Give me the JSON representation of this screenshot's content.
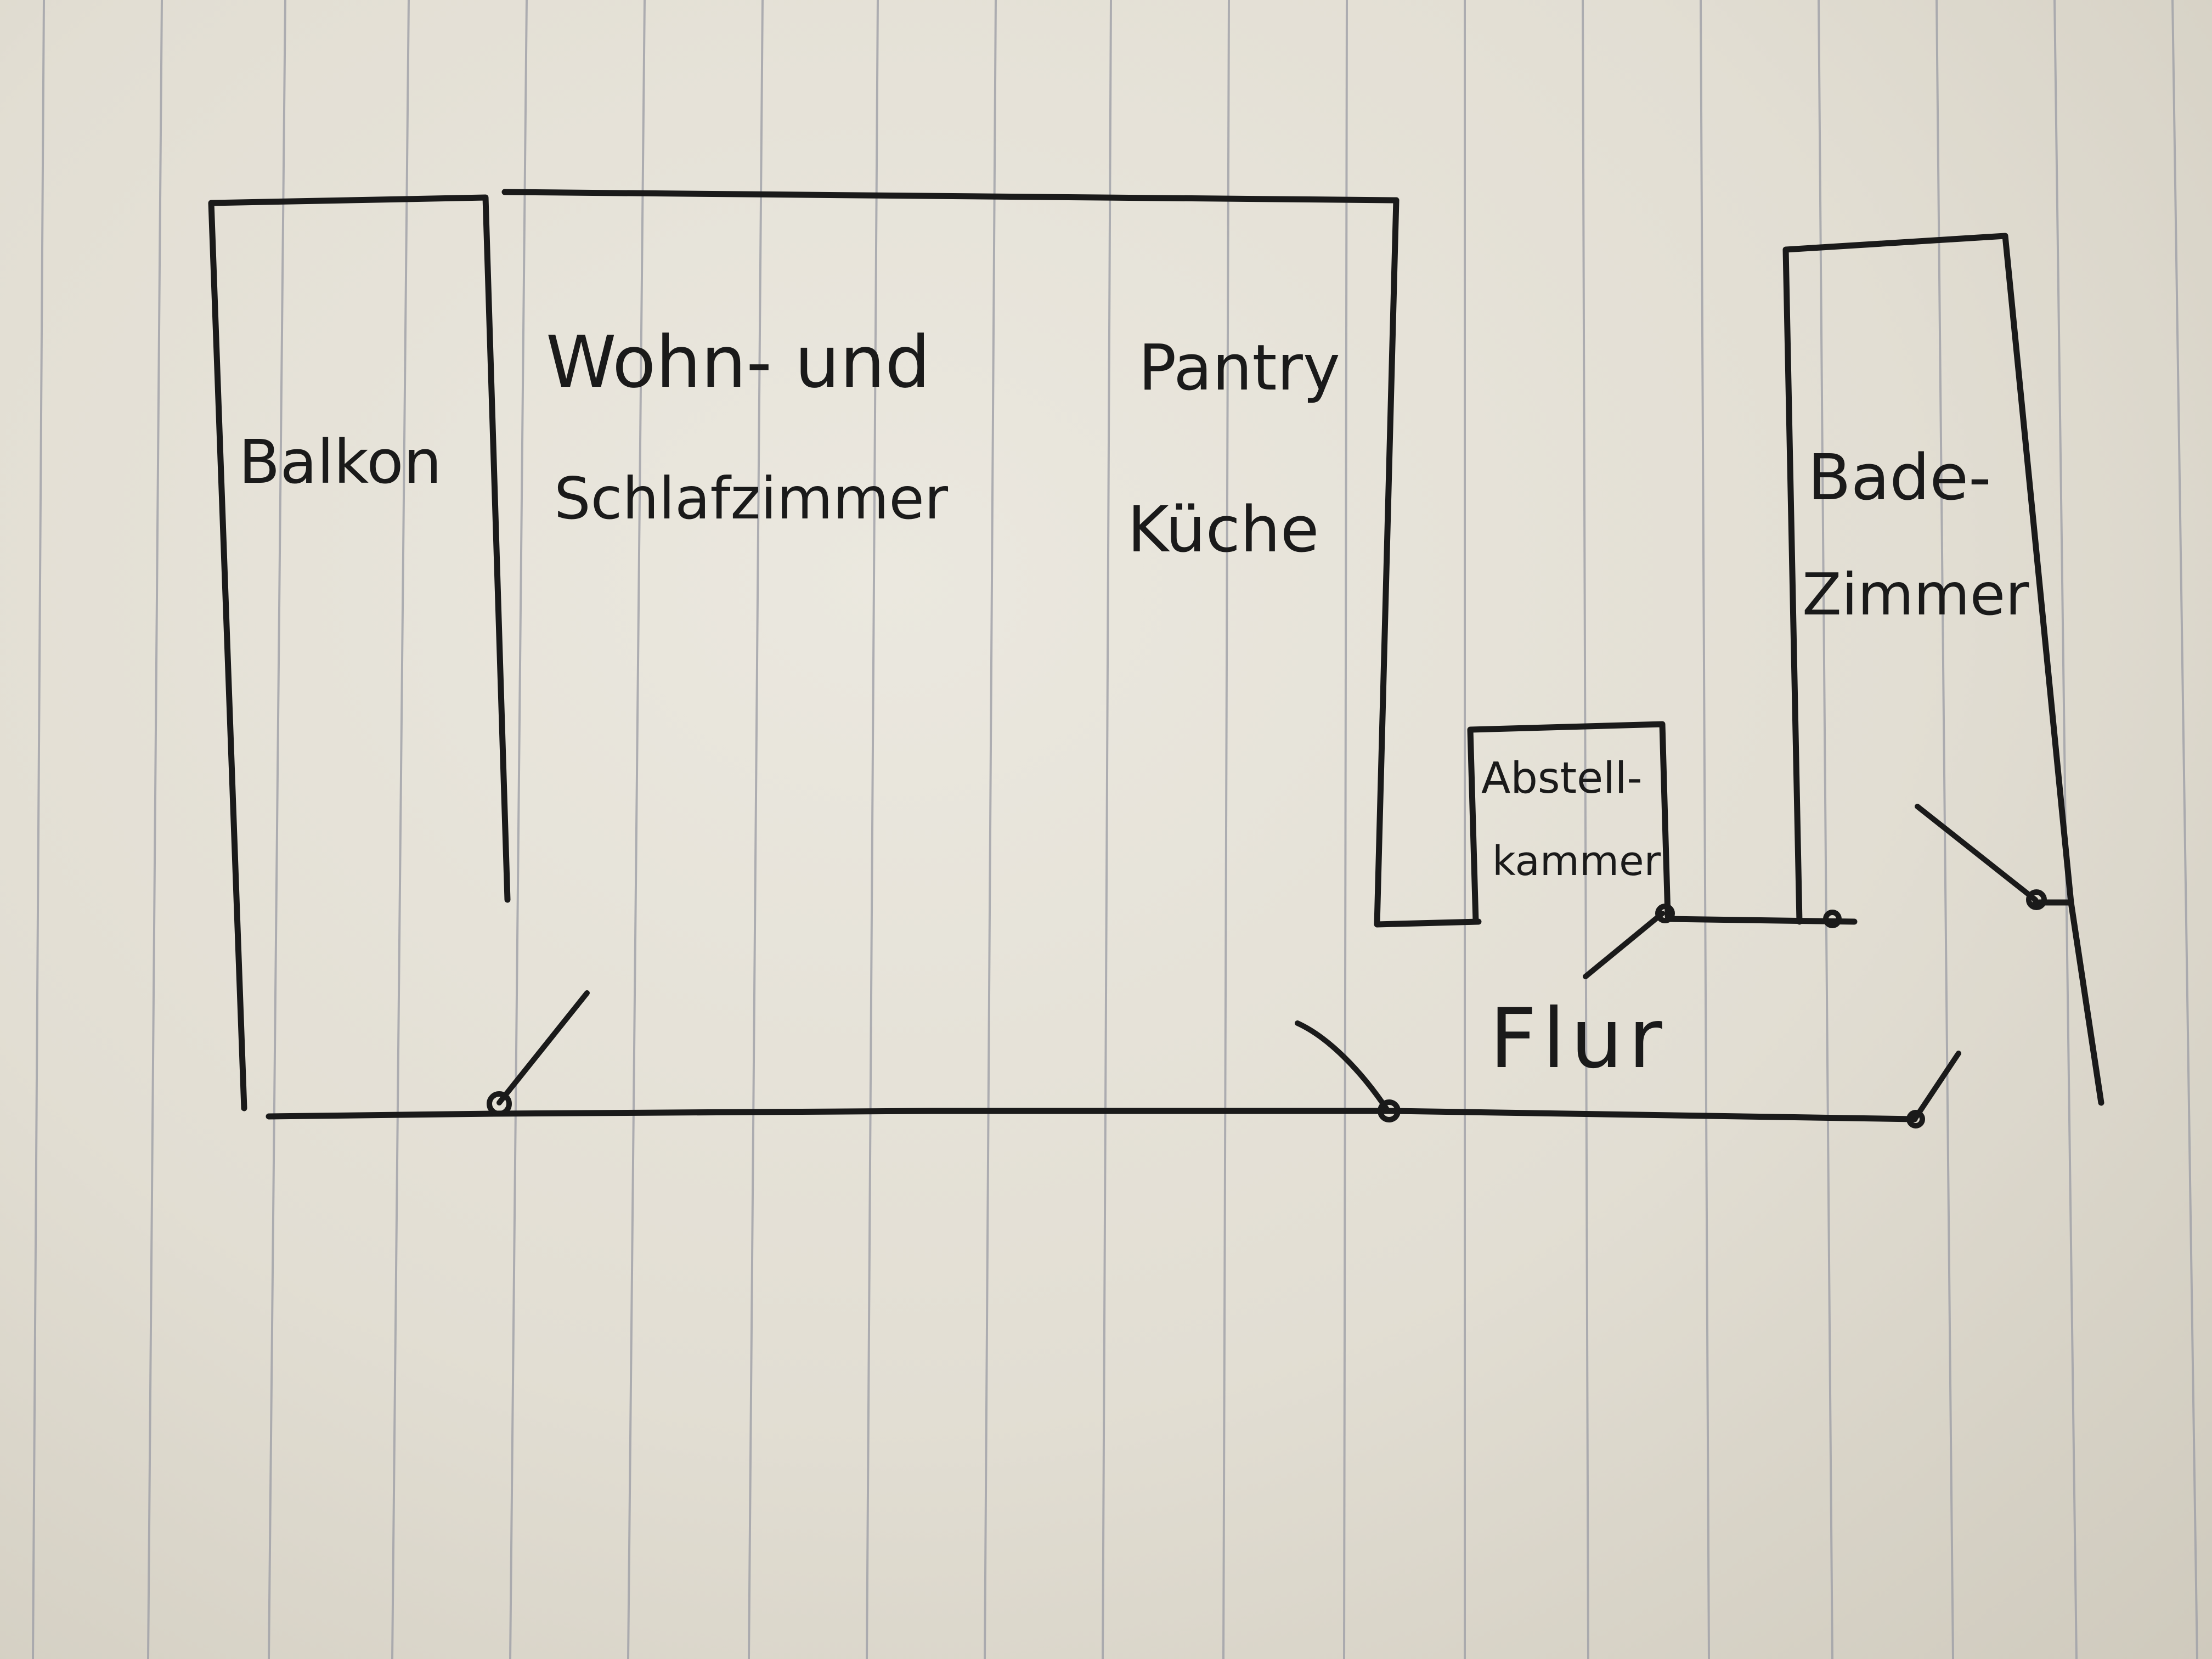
{
  "colors": {
    "ink": "#1a1a1a",
    "paper": "#e6e2d8",
    "ruling": "#9d9fa6"
  },
  "labels": {
    "balkon": "Balkon",
    "wohn_line1": "Wohn- und",
    "wohn_line2": "Schlafzimmer",
    "pantry": "Pantry",
    "kueche": "Küche",
    "bade_line1": "Bade-",
    "bade_line2": "Zimmer",
    "abstell_line1": "Abstell-",
    "abstell_line2": "kammer",
    "flur": "Flur"
  }
}
